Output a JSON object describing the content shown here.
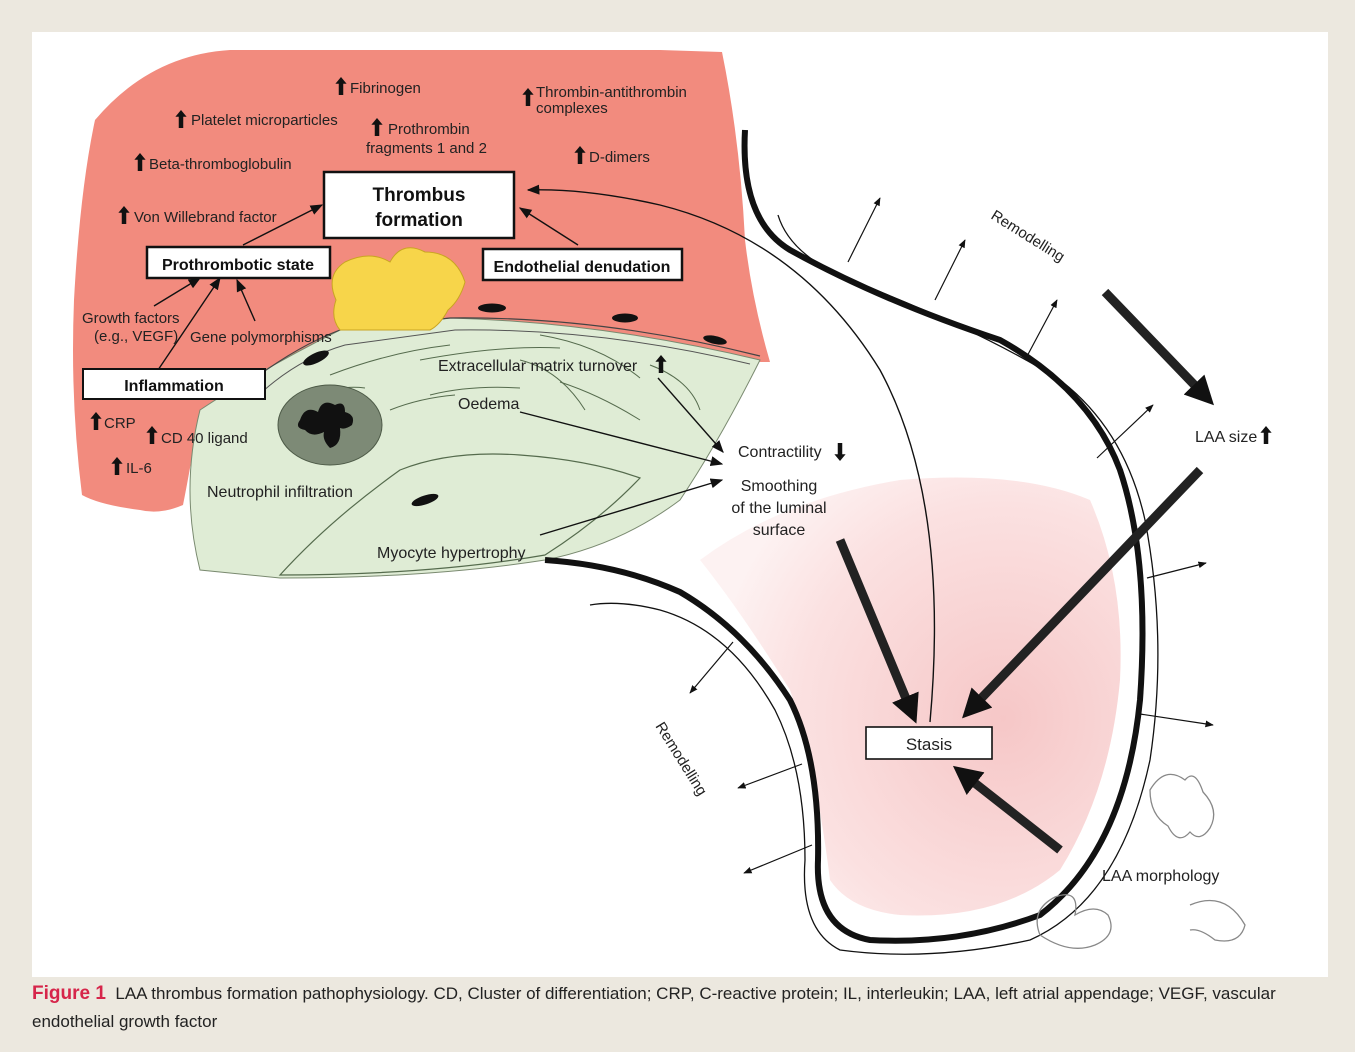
{
  "labels": {
    "fibrinogen": "Fibrinogen",
    "thrombin_antithrombin_1": "Thrombin-antithrombin",
    "thrombin_antithrombin_2": "complexes",
    "platelet_microparticles": "Platelet microparticles",
    "prothrombin_1": "Prothrombin",
    "prothrombin_2": "fragments 1 and 2",
    "d_dimers": "D-dimers",
    "beta_thromboglobulin": "Beta-thromboglobulin",
    "von_willebrand": "Von Willebrand factor",
    "growth_factors_1": "Growth factors",
    "growth_factors_2": "(e.g., VEGF)",
    "gene_polymorphisms": "Gene polymorphisms",
    "crp": "CRP",
    "cd40_ligand": "CD 40 ligand",
    "il6": "IL-6",
    "ecm_turnover": "Extracellular matrix turnover",
    "oedema": "Oedema",
    "neutrophil_infiltration": "Neutrophil infiltration",
    "myocyte_hypertrophy": "Myocyte hypertrophy",
    "contractility": "Contractility",
    "smoothing_1": "Smoothing",
    "smoothing_2": "of the luminal",
    "smoothing_3": "surface",
    "remodelling_top": "Remodelling",
    "remodelling_bottom": "Remodelling",
    "laa_size": "LAA size",
    "laa_morphology": "LAA morphology"
  },
  "boxes": {
    "thrombus_formation_1": "Thrombus",
    "thrombus_formation_2": "formation",
    "prothrombotic_state": "Prothrombotic state",
    "endothelial_denudation": "Endothelial denudation",
    "inflammation": "Inflammation",
    "stasis": "Stasis"
  },
  "caption": {
    "label": "Figure 1",
    "text": "LAA thrombus formation pathophysiology. CD, Cluster of differentiation; CRP, C-reactive protein; IL, interleukin; LAA, left atrial appendage; VEGF, vascular endothelial growth factor"
  },
  "colors": {
    "tissue_red": "#f28b7e",
    "wall_green": "#dfecd5",
    "plaque_yellow": "#f7d54a",
    "lumen_pink": "#f7d2d2"
  }
}
